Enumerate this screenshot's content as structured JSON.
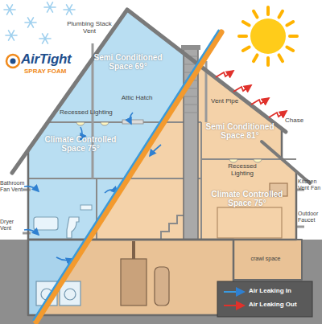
{
  "diagram": {
    "labels": [
      "AirTight",
      "SPRAY FOAM",
      "Plumbing Stack Vent",
      "Semi Conditioned Space 69°",
      "Vent Pipe",
      "Semi Conditioned Space 81°",
      "Chase",
      "Recessed Lighting",
      "Attic Hatch",
      "Climate Controlled Space 75°",
      "Recessed Lighting",
      "Climate Controlled Space 75°",
      "Bathroom Fan Vent",
      "Kitchen Vent Fan",
      "Dryer Vent",
      "Outdoor Faucet",
      "crawl space"
    ],
    "legend": [
      {
        "text": "Air Leaking In"
      },
      {
        "text": "Air Leaking Out"
      }
    ]
  }
}
